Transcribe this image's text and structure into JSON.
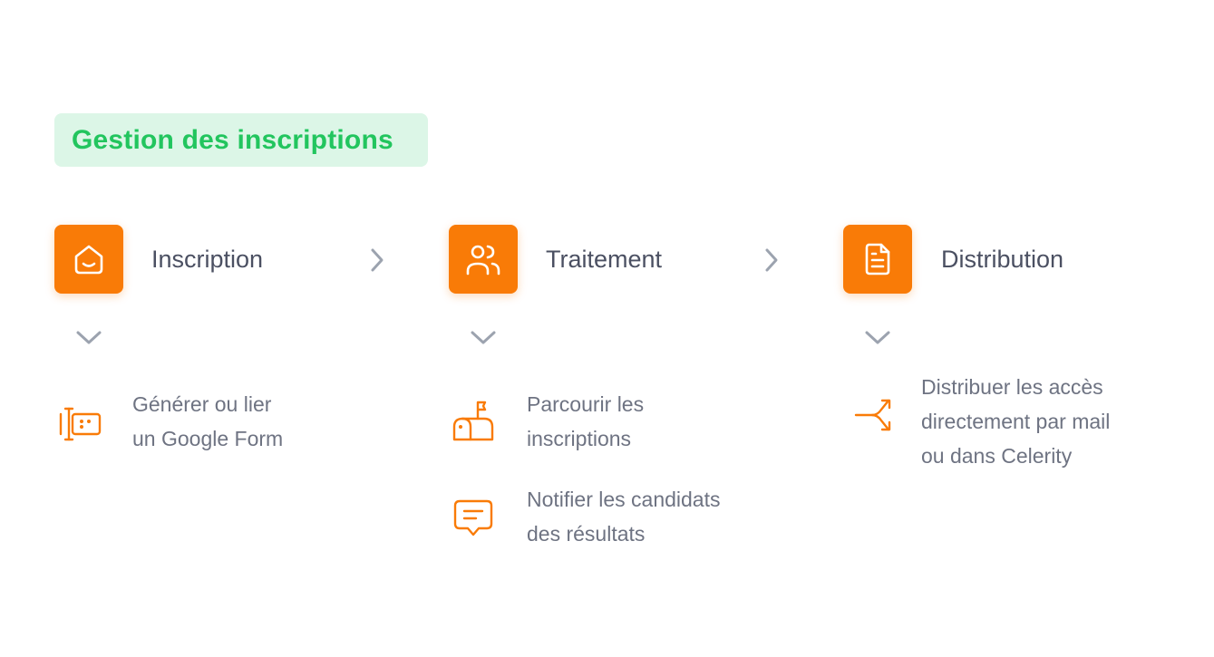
{
  "header": {
    "title": "Gestion des inscriptions"
  },
  "colors": {
    "accent": "#f97b07",
    "title_green": "#22c55e",
    "badge_bg": "#dcf6e7",
    "chevron": "#9ca3af"
  },
  "steps": [
    {
      "label": "Inscription",
      "icon": "home-smile-icon",
      "items": [
        {
          "icon": "form-link-icon",
          "lines": [
            "Générer ou lier",
            "un Google Form"
          ]
        }
      ]
    },
    {
      "label": "Traitement",
      "icon": "users-icon",
      "items": [
        {
          "icon": "mailbox-icon",
          "lines": [
            "Parcourir les",
            "inscriptions"
          ]
        },
        {
          "icon": "message-icon",
          "lines": [
            "Notifier les candidats",
            "des résultats"
          ]
        }
      ]
    },
    {
      "label": "Distribution",
      "icon": "document-icon",
      "items": [
        {
          "icon": "split-arrow-icon",
          "lines": [
            "Distribuer les accès",
            "directement par mail",
            "ou dans Celerity"
          ]
        }
      ]
    }
  ]
}
